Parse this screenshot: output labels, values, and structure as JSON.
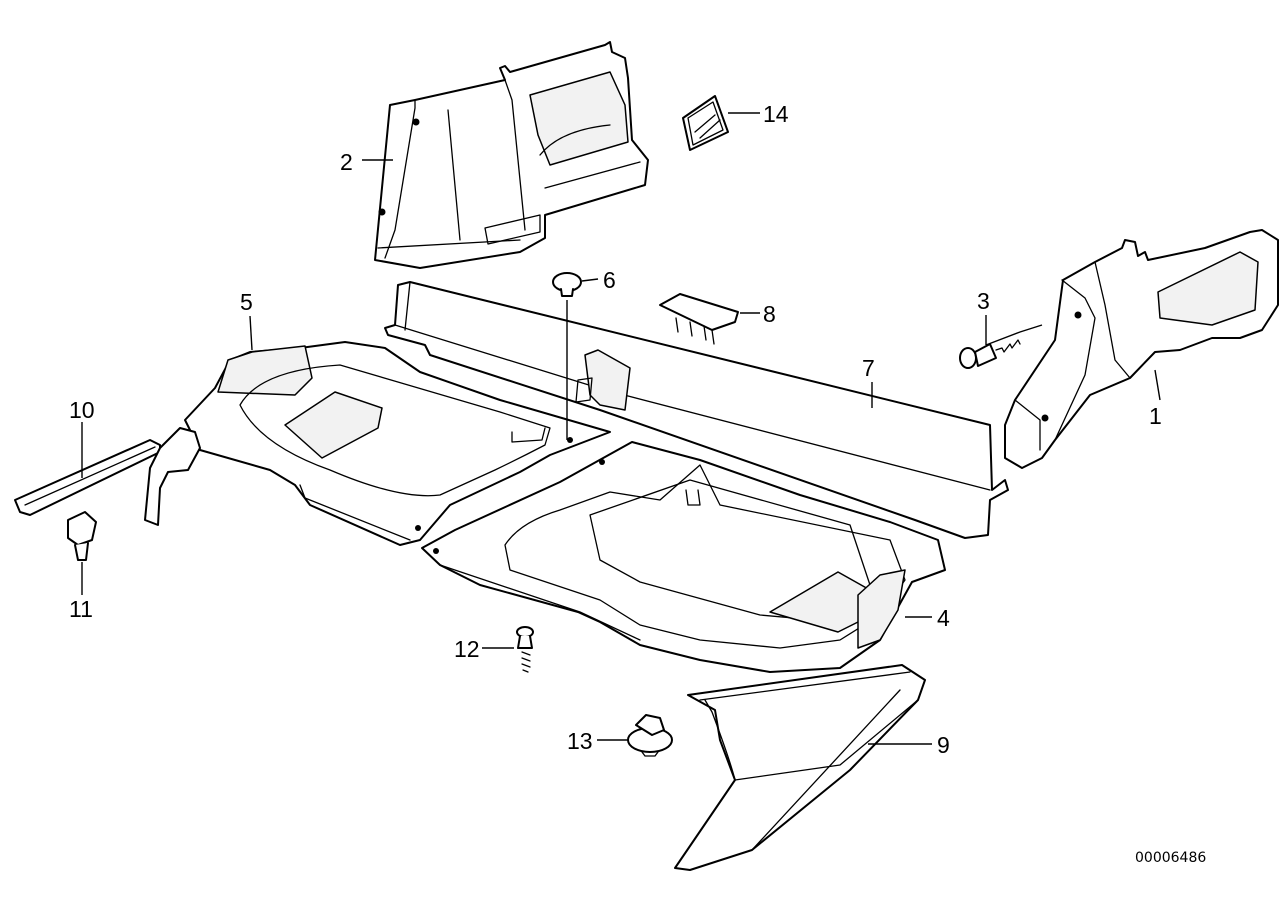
{
  "diagram": {
    "document_number": "00006486",
    "callouts": [
      {
        "id": "1",
        "label": "1"
      },
      {
        "id": "2",
        "label": "2"
      },
      {
        "id": "3",
        "label": "3"
      },
      {
        "id": "4",
        "label": "4"
      },
      {
        "id": "5",
        "label": "5"
      },
      {
        "id": "6",
        "label": "6"
      },
      {
        "id": "7",
        "label": "7"
      },
      {
        "id": "8",
        "label": "8"
      },
      {
        "id": "9",
        "label": "9"
      },
      {
        "id": "10",
        "label": "10"
      },
      {
        "id": "11",
        "label": "11"
      },
      {
        "id": "12",
        "label": "12"
      },
      {
        "id": "13",
        "label": "13"
      },
      {
        "id": "14",
        "label": "14"
      }
    ]
  }
}
